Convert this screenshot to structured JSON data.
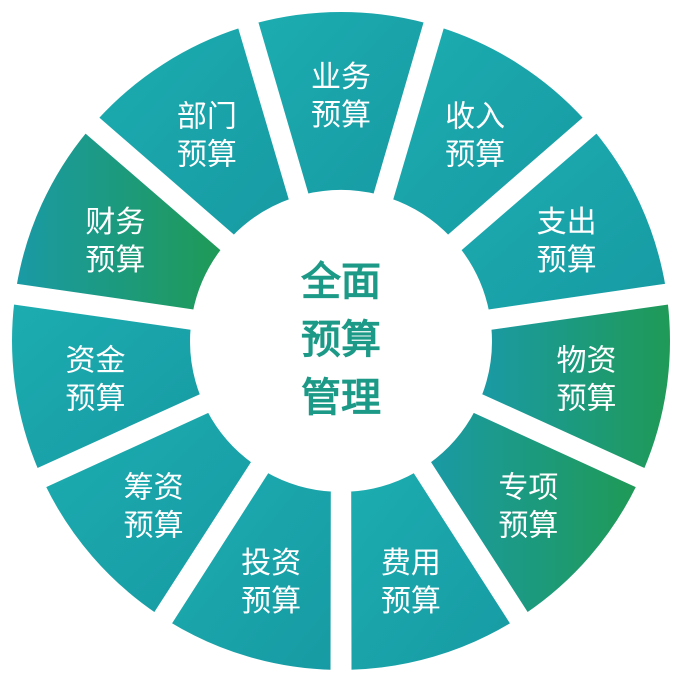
{
  "center": {
    "lines": [
      "全面",
      "预算",
      "管理"
    ],
    "color": "#1c9a87"
  },
  "colors": {
    "teal": "#1aa6aa",
    "green": "#1e9b5e",
    "teal_dark": "#1b98a2"
  },
  "segments": [
    {
      "line1": "业务",
      "line2": "预算",
      "style": "teal"
    },
    {
      "line1": "收入",
      "line2": "预算",
      "style": "teal"
    },
    {
      "line1": "支出",
      "line2": "预算",
      "style": "teal"
    },
    {
      "line1": "物资",
      "line2": "预算",
      "style": "green"
    },
    {
      "line1": "专项",
      "line2": "预算",
      "style": "green"
    },
    {
      "line1": "费用",
      "line2": "预算",
      "style": "teal"
    },
    {
      "line1": "投资",
      "line2": "预算",
      "style": "teal"
    },
    {
      "line1": "筹资",
      "line2": "预算",
      "style": "teal"
    },
    {
      "line1": "资金",
      "line2": "预算",
      "style": "teal"
    },
    {
      "line1": "财务",
      "line2": "预算",
      "style": "green"
    },
    {
      "line1": "部门",
      "line2": "预算",
      "style": "teal"
    }
  ]
}
